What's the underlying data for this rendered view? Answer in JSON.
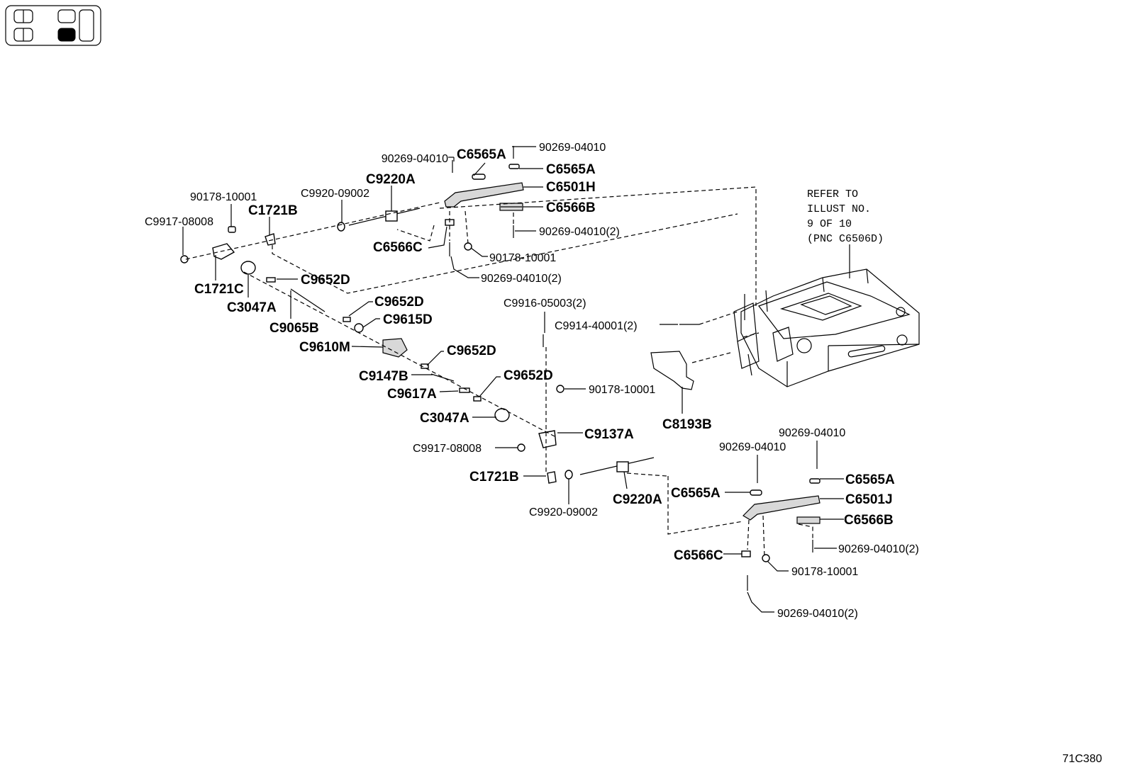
{
  "seat_icon": "seat-position-selector-icon",
  "refer_note": [
    "REFER TO",
    "ILLUST NO.",
    "9 OF 10",
    "(PNC C6506D)"
  ],
  "illustration_code": "71C380",
  "callouts": {
    "c1": "90269-04010",
    "c2": "C6565A",
    "c3": "90269-04010",
    "c4": "C6565A",
    "c5": "C9220A",
    "c6": "C6501H",
    "c7": "90178-10001",
    "c8": "C9920-09002",
    "c9": "C6566B",
    "c10": "C1721B",
    "c11": "C9917-08008",
    "c12": "90269-04010(2)",
    "c13": "C6566C",
    "c14": "90178-10001",
    "c15": "C9652D",
    "c16": "90269-04010(2)",
    "c17": "C1721C",
    "c18": "C3047A",
    "c19": "C9652D",
    "c20": "C9615D",
    "c21": "C9065B",
    "c22": "C9916-05003(2)",
    "c23": "C9914-40001(2)",
    "c24": "C9610M",
    "c25": "C9652D",
    "c26": "C9147B",
    "c27": "C9652D",
    "c28": "C9617A",
    "c29": "90178-10001",
    "c30": "C3047A",
    "c31": "C8193B",
    "c32": "C9137A",
    "c33": "90269-04010",
    "c34": "C9917-08008",
    "c35": "90269-04010",
    "c36": "C1721B",
    "c37": "C6565A",
    "c38": "C6565A",
    "c39": "C9220A",
    "c40": "C6501J",
    "c41": "C9920-09002",
    "c42": "C6566B",
    "c43": "90269-04010(2)",
    "c44": "C6566C",
    "c45": "90178-10001",
    "c46": "90269-04010(2)"
  }
}
